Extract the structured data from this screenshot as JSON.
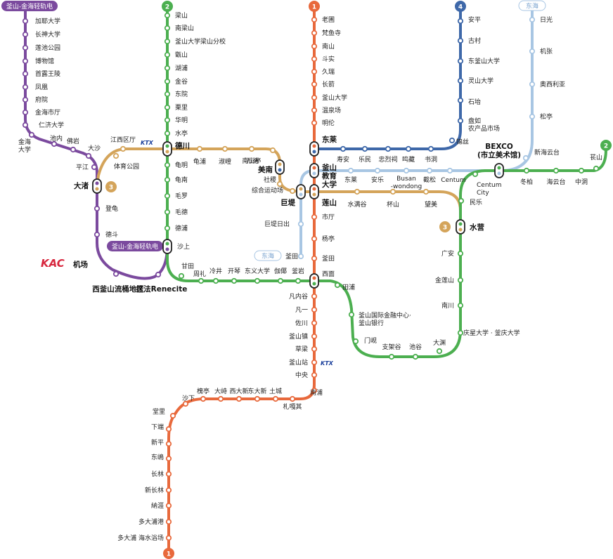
{
  "colors": {
    "line1": "#e8693c",
    "line2": "#4caf50",
    "line3": "#d4a45a",
    "line4": "#3e68a9",
    "donghae": "#a8c6e3",
    "gimhae": "#7b4a9e",
    "ktx": "#1a3f9b",
    "kac": "#d7263d"
  },
  "badges": {
    "line1": "1",
    "line2": "2",
    "line3": "3",
    "line4": "4",
    "donghae": "东海",
    "gimhae": "釜山-金海轻轨电"
  },
  "logos": {
    "ktx": "KTX",
    "kac": "KAC"
  },
  "stations": {
    "nopo": "老圃",
    "beomeosa": "梵鱼寺",
    "namsan": "南山",
    "dusil": "斗实",
    "guseo": "久瑞",
    "janggeon": "长箭",
    "pnu": "釜山大学",
    "oncheonjang": "温泉场",
    "myeongnyun": "明伦",
    "dongnae": "东莱",
    "busan_edu": "釜山\n教育\n大学",
    "yeonsan": "莲山",
    "cityhall": "市厅",
    "yangjeong": "杨亭",
    "bujeon": "釜田",
    "seomyeon": "西面",
    "beomnaegol": "凡内谷",
    "beomil": "凡一",
    "jwacheon": "佐川",
    "busanjin": "釜山镇",
    "choryang": "草梁",
    "busan_st": "釜山站",
    "jungang": "中央",
    "nampo": "南浦",
    "jagalchi": "札嘎其",
    "toseong": "土城",
    "dongdaesin": "东大新",
    "seodaesin": "西大新",
    "daeti": "大峙",
    "goejeong": "槐亭",
    "saha": "沙下",
    "dangni": "堂里",
    "hadan": "下端",
    "sinpyeong": "新平",
    "dongmae": "东嶋",
    "jangnim": "长林",
    "sinjangnim": "新长林",
    "nakdae": "納涯",
    "dadaepo_hang": "多大浦港",
    "dadaepo_beach": "多大浦 海水浴场",
    "yangsan": "梁山",
    "namyangsan": "南梁山",
    "pnu_yangsan": "釜山大学梁山分校",
    "jeungsan": "甑山",
    "hopo": "湖浦",
    "geumgok": "金谷",
    "dongwon": "东院",
    "yulli": "栗里",
    "hwamyeong": "华明",
    "sujeong": "水亭",
    "deokcheon": "德川",
    "gumyeong": "龟明",
    "gunam": "龟南",
    "mora": "毛罗",
    "modeok": "毛德",
    "deokpo": "德浦",
    "sasang": "沙上",
    "gamjeon": "甘田",
    "jurye": "周礼",
    "naengjeong": "冷井",
    "gaegeum": "开琴",
    "dongeui": "东义大学",
    "gaya": "伽倻",
    "bugam": "釜岩",
    "jeonpo": "田浦",
    "bifc": "釜山国际金融中心·\n釜山银行",
    "munhyeon": "门岘",
    "jigegol": "支架谷",
    "motgol": "池谷",
    "daeyeon": "大渊",
    "kyungsung": "庆星大学 · 釜庆大学",
    "namcheon": "南川",
    "geumnyeonsan": "金莲山",
    "gwangan": "广安",
    "suyeong": "水营",
    "millak": "民乐",
    "centum_city": "Centum\nCity",
    "bexco": "BEXCO\n(市立美术馆)",
    "dongbaek": "冬柏",
    "haeundae": "海云台",
    "jung_dong": "中洞",
    "jangsan": "苌山",
    "gupo": "龟浦",
    "sukdeung": "淑嶝",
    "namsanjeong": "南山亭",
    "mandeok": "万德",
    "minam": "美南",
    "sajik": "社稷",
    "sports": "综合运动场",
    "geoje": "巨堤",
    "mulmangol": "水满谷",
    "baesan": "杯山",
    "mangmi": "望美",
    "gangseo": "江西区厅",
    "sports_park": "体育公园",
    "daejeo": "大渚",
    "anpyeong": "安平",
    "gijang": "机张",
    "sinhaeundae": "新海云台",
    "osiria": "奥西利亚",
    "ilgwang": "日光",
    "songjeong": "松亭",
    "geoje_haemaji": "巨堤日出",
    "bujeon_dh": "釜田",
    "suan": "寿安",
    "nangmin": "乐民",
    "chungnyeolsa": "忠烈祠",
    "myeongjang": "鸣藏",
    "seodong": "书洞",
    "geumsa": "锦丝",
    "banyeo": "盘如\n农产品市场",
    "seokdae": "石坮",
    "yeongsan_u": "灵山大学",
    "dongbusan_u": "东釜山大学",
    "gochon": "古村",
    "anpyeong4": "安平",
    "dongnae_dh": "东莱",
    "allak": "安乐",
    "busan_wondong": "Busan\n-wondong",
    "jaesong": "截松",
    "centum": "Centum",
    "gaya_u": "加耶大学",
    "jangsin_u": "长神大学",
    "yeonji_park": "莲池公园",
    "museum": "博物馆",
    "suro": "首露王陵",
    "bonghwang": "凤凰",
    "bu_won": "府院",
    "gimhae_city": "金海市厅",
    "inje_u": "仁济大学",
    "gimhae_u": "金海\n大学",
    "jinae": "池内",
    "bulam": "佛岩",
    "daesa": "大沙",
    "pyeonggang": "平江",
    "deungu": "登龟",
    "deokdu": "德斗",
    "airport": "机场",
    "seobusan_logis": "西釜山流桶地区",
    "gwaebeop": "挂法Renecite",
    "gimhae_transfer": "釜山-金海轻轨电"
  }
}
